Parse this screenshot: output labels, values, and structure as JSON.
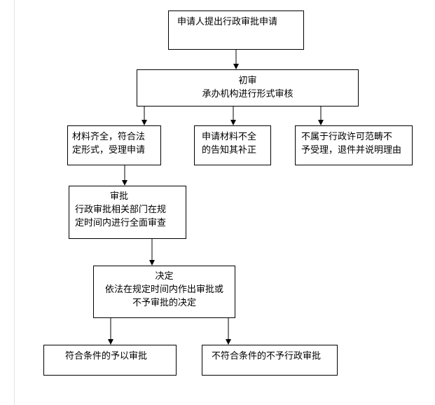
{
  "flowchart": {
    "nodes": {
      "apply": {
        "lines": [
          "申请人提出行政审批申请"
        ]
      },
      "initial_review": {
        "lines": [
          "初审",
          "承办机构进行形式审核"
        ]
      },
      "accept": {
        "lines": [
          "材料齐全，符合法",
          "定形式，受理申请"
        ]
      },
      "incomplete": {
        "lines": [
          "申请材料不全",
          "的告知其补正"
        ]
      },
      "reject": {
        "lines": [
          "不属于行政许可范畴不",
          "予受理，退件并说明理由"
        ]
      },
      "approval": {
        "lines": [
          "审批",
          "行政审批相关部门在规",
          "定时间内进行全面审查"
        ]
      },
      "decision": {
        "lines": [
          "决定",
          "依法在规定时间内作出审批或",
          "不予审批的决定"
        ]
      },
      "granted": {
        "lines": [
          "符合条件的予以审批"
        ]
      },
      "denied": {
        "lines": [
          "不符合条件的不予行政审批"
        ]
      }
    },
    "edges": [
      [
        "apply",
        "initial_review"
      ],
      [
        "initial_review",
        "accept"
      ],
      [
        "initial_review",
        "incomplete"
      ],
      [
        "initial_review",
        "reject"
      ],
      [
        "accept",
        "approval"
      ],
      [
        "approval",
        "decision"
      ],
      [
        "decision",
        "granted"
      ],
      [
        "decision",
        "denied"
      ]
    ]
  }
}
